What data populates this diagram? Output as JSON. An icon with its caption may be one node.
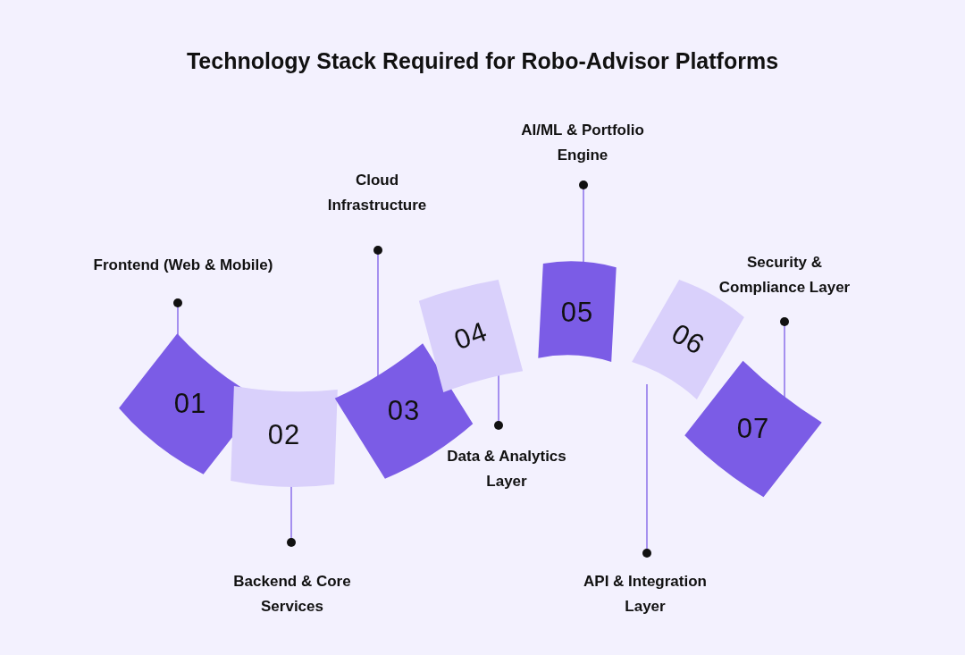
{
  "diagram": {
    "title": "Technology Stack Required for Robo-Advisor Platforms",
    "nodes": [
      {
        "text": [
          "01"
        ]
      },
      {
        "text": [
          "02"
        ]
      },
      {
        "text": [
          "03"
        ]
      },
      {
        "text": [
          "04"
        ]
      },
      {
        "text": [
          "05"
        ]
      },
      {
        "text": [
          "06"
        ]
      },
      {
        "text": [
          "07"
        ]
      },
      {
        "text": [
          "Frontend (Web & Mobile)"
        ]
      },
      {
        "text": [
          "Backend & Core Services"
        ]
      },
      {
        "text": [
          "Cloud Infrastructure"
        ]
      },
      {
        "text": [
          "Data & Analytics Layer"
        ]
      },
      {
        "text": [
          "AI/ML & Portfolio Engine"
        ]
      },
      {
        "text": [
          "API & Integration Layer"
        ]
      },
      {
        "text": [
          "Security & Compliance Layer"
        ]
      }
    ],
    "edges": [
      {
        "from": 7,
        "to": 0,
        "arrow": "other"
      },
      {
        "from": 8,
        "to": 1,
        "arrow": "other"
      },
      {
        "from": 9,
        "to": 2,
        "arrow": "other"
      },
      {
        "from": 10,
        "to": 3,
        "arrow": "other"
      },
      {
        "from": 11,
        "to": 4,
        "arrow": "other"
      },
      {
        "from": 12,
        "to": 5,
        "arrow": "other"
      },
      {
        "from": 13,
        "to": 6,
        "arrow": "other"
      }
    ]
  }
}
